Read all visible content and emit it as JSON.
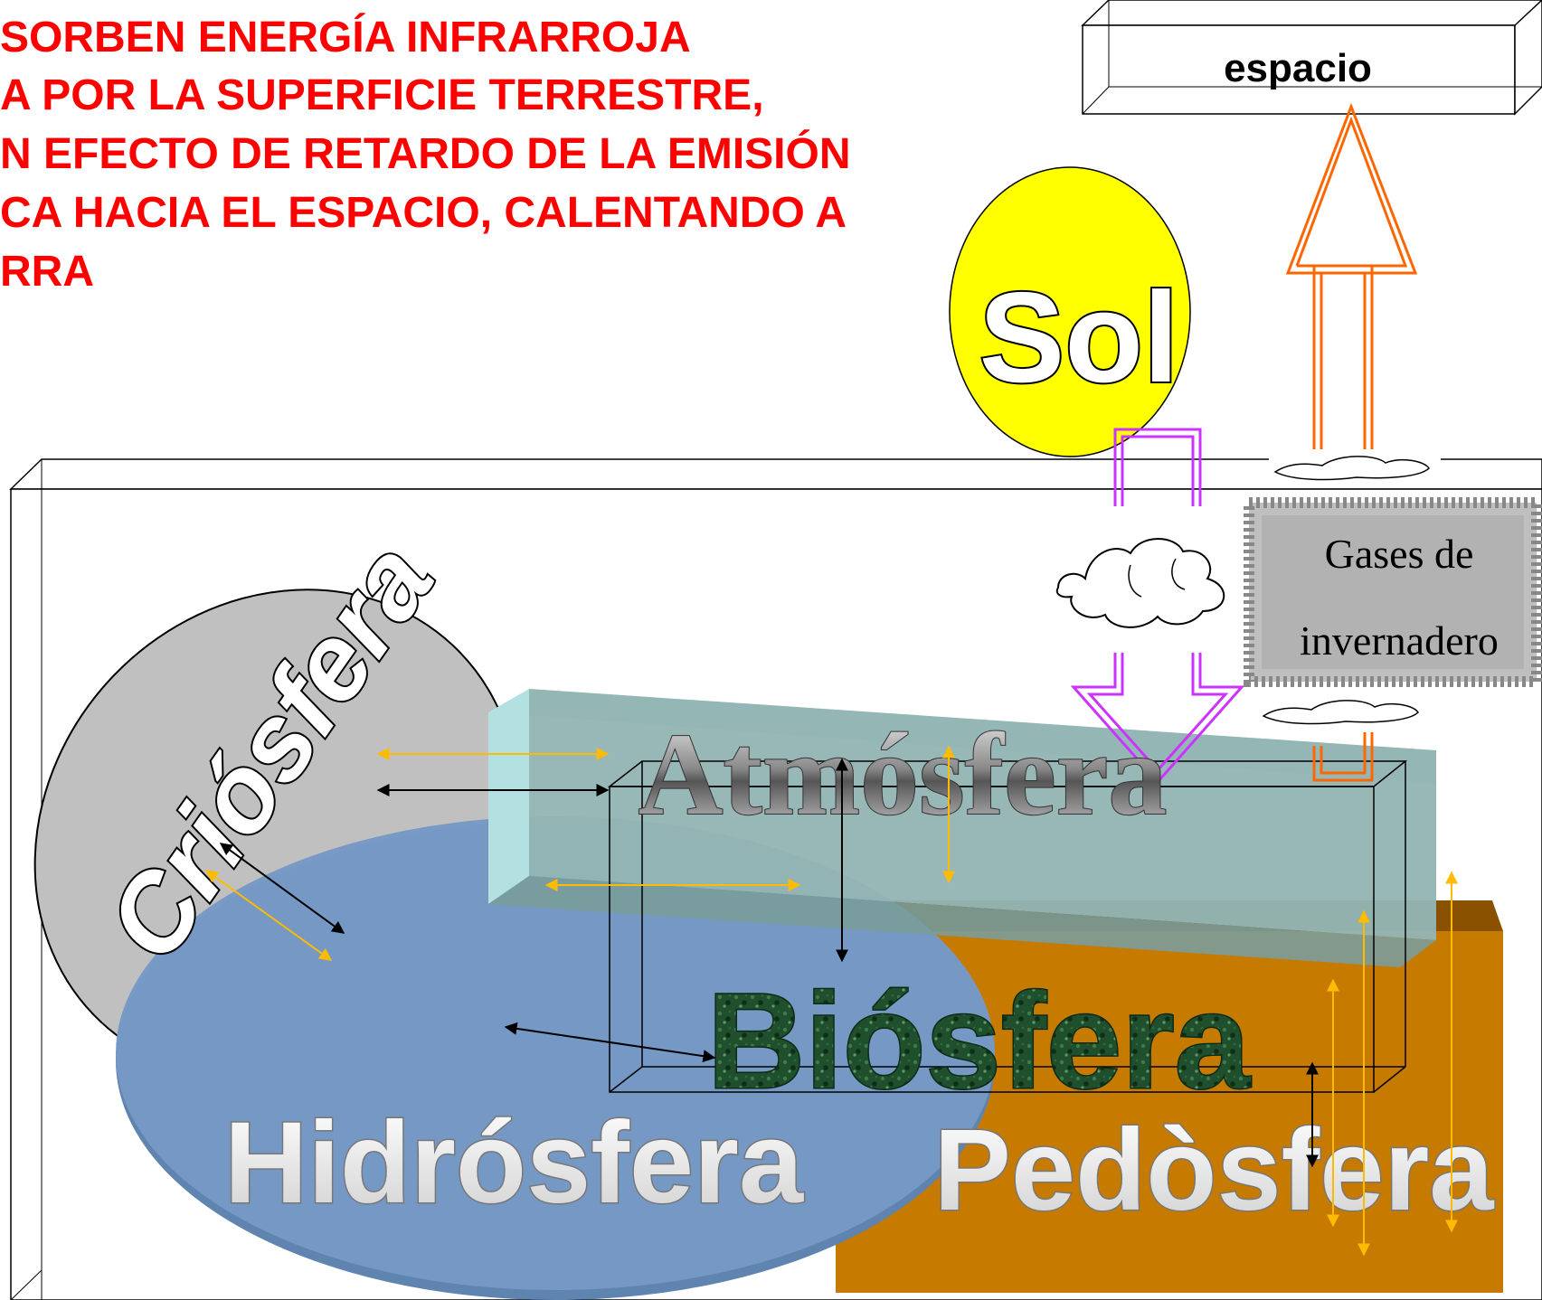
{
  "heading": {
    "lines": [
      "SORBEN ENERGÍA INFRARROJA",
      "A POR LA SUPERFICIE TERRESTRE,",
      "N EFECTO DE RETARDO DE LA EMISIÓN",
      "CA HACIA EL ESPACIO, CALENTANDO A",
      "RRA"
    ]
  },
  "space_box": {
    "label": "espacio"
  },
  "sun": {
    "label": "Sol",
    "color": "#ffff00"
  },
  "greenhouse": {
    "label_line1": "Gases de",
    "label_line2": "invernadero"
  },
  "spheres": {
    "criosfera": "Criósfera",
    "atmosfera": "Atmósfera",
    "biosfera": "Biósfera",
    "hidrosfera": "Hidrósfera",
    "pedosfera": "Pedòsfera"
  },
  "colors": {
    "heading": "#ff0000",
    "cryosphere": "#c0c0c0",
    "atmosphere_front": "#93b5b3",
    "atmosphere_top": "#b3e0e0",
    "hydrosphere": "#7699c4",
    "pedosphere": "#c67a00",
    "incoming_arrow": "#cc33ff",
    "outgoing_arrow": "#ff6600",
    "interaction_yellow": "#ffbb00",
    "interaction_black": "#000000"
  },
  "icons": [
    "cloud-icon",
    "sun-icon",
    "double-arrow-icon"
  ]
}
